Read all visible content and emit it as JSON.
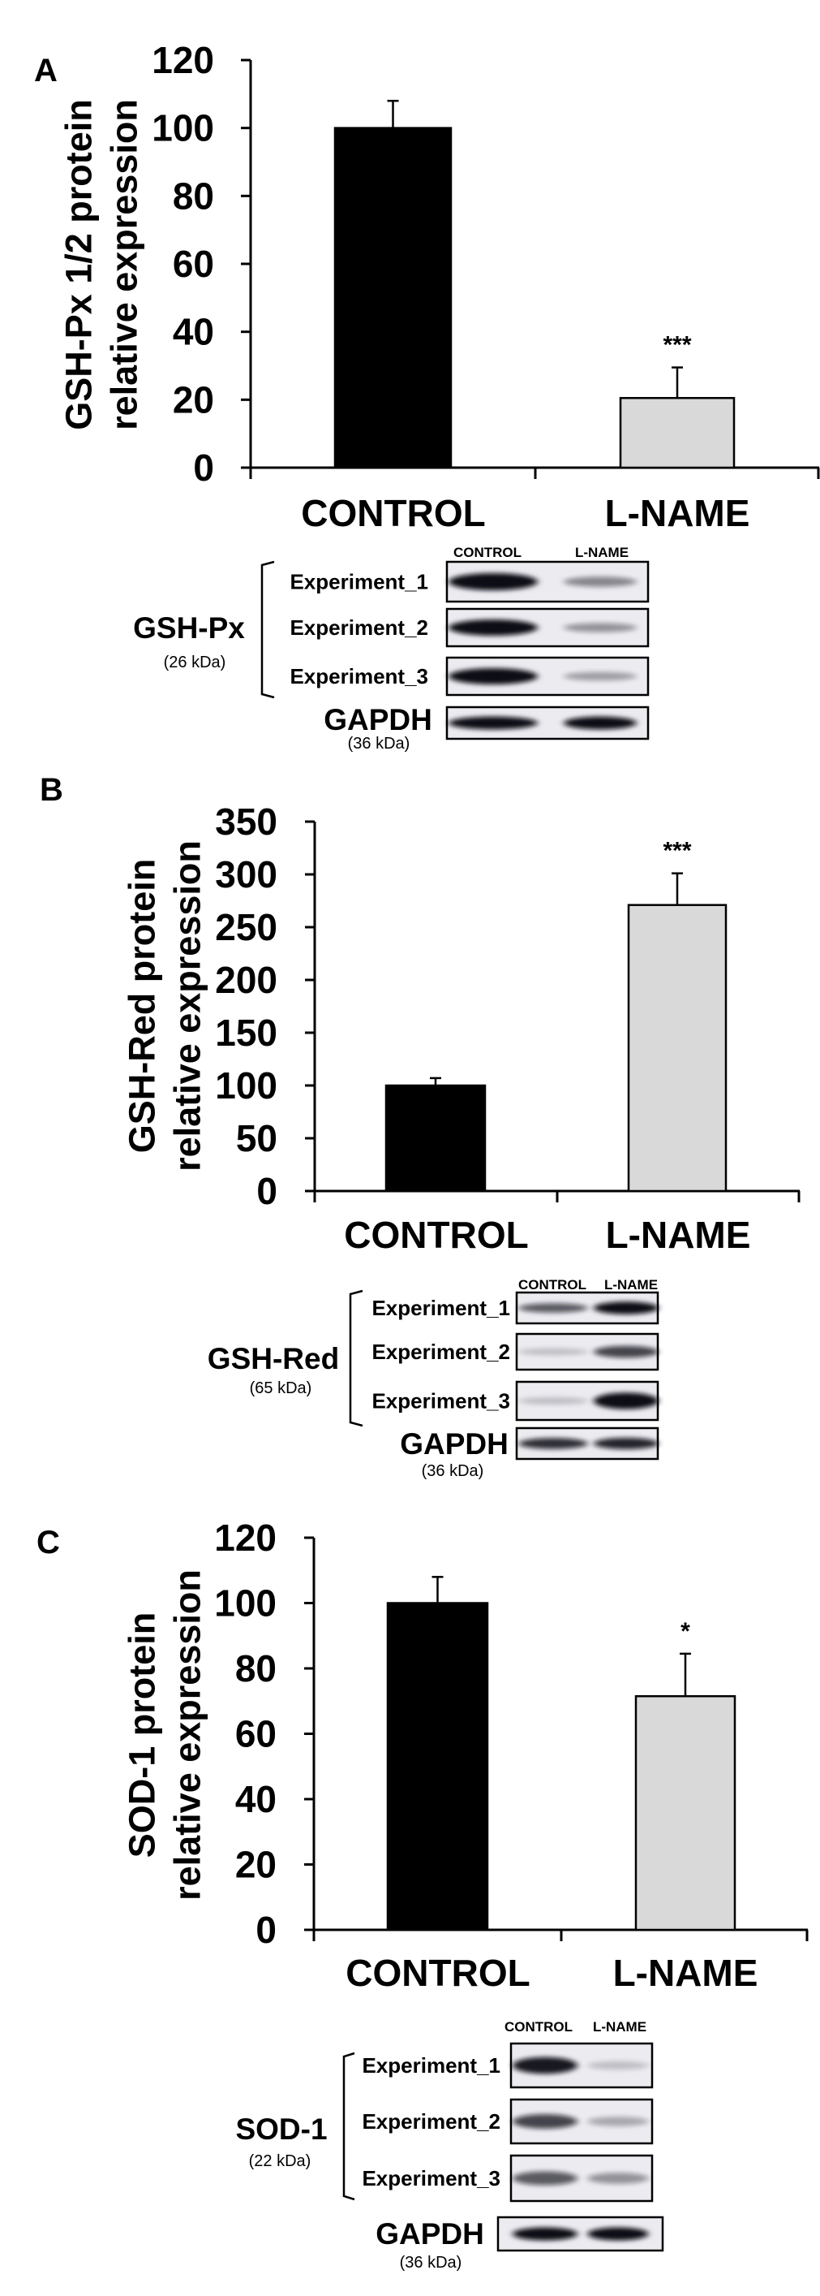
{
  "chart_data": [
    {
      "type": "bar",
      "panel": "A",
      "ylabel_lines": [
        "GSH-Px 1/2 protein",
        "relative expression"
      ],
      "categories": [
        "CONTROL",
        "L-NAME"
      ],
      "values": [
        100,
        20.5
      ],
      "errors": [
        8,
        9
      ],
      "significance": [
        "",
        "***"
      ],
      "ylim": [
        0,
        120
      ],
      "yticks": [
        0,
        20,
        40,
        60,
        80,
        100,
        120
      ],
      "colors": [
        "#000000",
        "#d9d9d9"
      ],
      "blot": {
        "protein": "GSH-Px",
        "kda": "(26 kDa)",
        "lanes": [
          "CONTROL",
          "L-NAME"
        ],
        "rows": [
          "Experiment_1",
          "Experiment_2",
          "Experiment_3"
        ],
        "band_intensity": [
          [
            1.0,
            0.3
          ],
          [
            1.0,
            0.25
          ],
          [
            1.0,
            0.2
          ]
        ],
        "loading": {
          "name": "GAPDH",
          "kda": "(36 kDa)",
          "band_intensity": [
            0.9,
            0.9
          ]
        }
      }
    },
    {
      "type": "bar",
      "panel": "B",
      "ylabel_lines": [
        "GSH-Red protein",
        "relative expression"
      ],
      "categories": [
        "CONTROL",
        "L-NAME"
      ],
      "values": [
        100,
        271
      ],
      "errors": [
        7,
        30
      ],
      "significance": [
        "",
        "***"
      ],
      "ylim": [
        0,
        350
      ],
      "yticks": [
        0,
        50,
        100,
        150,
        200,
        250,
        300,
        350
      ],
      "colors": [
        "#000000",
        "#d9d9d9"
      ],
      "blot": {
        "protein": "GSH-Red",
        "kda": "(65 kDa)",
        "lanes": [
          "CONTROL",
          "L-NAME"
        ],
        "rows": [
          "Experiment_1",
          "Experiment_2",
          "Experiment_3"
        ],
        "band_intensity": [
          [
            0.5,
            0.9
          ],
          [
            0.05,
            0.6
          ],
          [
            0.05,
            1.0
          ]
        ],
        "loading": {
          "name": "GAPDH",
          "kda": "(36 kDa)",
          "band_intensity": [
            0.7,
            0.75
          ]
        }
      }
    },
    {
      "type": "bar",
      "panel": "C",
      "ylabel_lines": [
        "SOD-1 protein",
        "relative expression"
      ],
      "categories": [
        "CONTROL",
        "L-NAME"
      ],
      "values": [
        100,
        71.5
      ],
      "errors": [
        8,
        13
      ],
      "significance": [
        "",
        "*"
      ],
      "ylim": [
        0,
        120
      ],
      "yticks": [
        0,
        20,
        40,
        60,
        80,
        100,
        120
      ],
      "colors": [
        "#000000",
        "#d9d9d9"
      ],
      "blot": {
        "protein": "SOD-1",
        "kda": "(22 kDa)",
        "lanes": [
          "CONTROL",
          "L-NAME"
        ],
        "rows": [
          "Experiment_1",
          "Experiment_2",
          "Experiment_3"
        ],
        "band_intensity": [
          [
            0.8,
            0.05
          ],
          [
            0.6,
            0.15
          ],
          [
            0.5,
            0.25
          ]
        ],
        "loading": {
          "name": "GAPDH",
          "kda": "(36 kDa)",
          "band_intensity": [
            0.85,
            0.85
          ]
        }
      }
    }
  ]
}
